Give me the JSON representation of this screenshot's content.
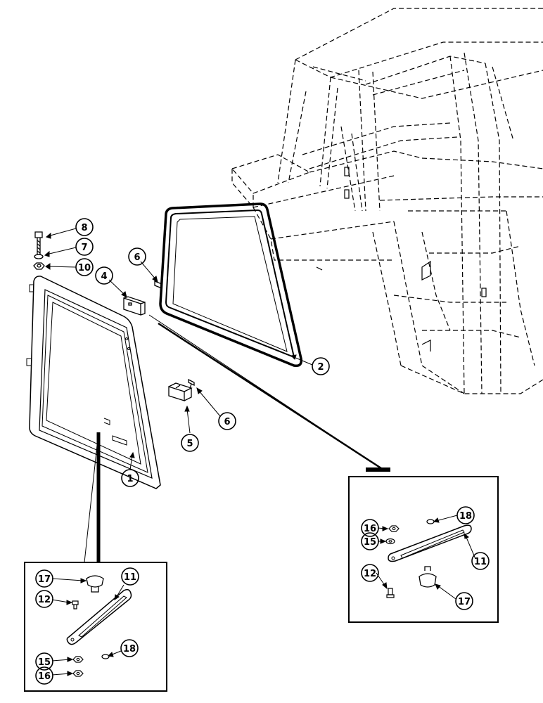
{
  "diagram": {
    "type": "exploded-parts-diagram",
    "callouts": [
      {
        "id": "c8",
        "label": "8"
      },
      {
        "id": "c7",
        "label": "7"
      },
      {
        "id": "c10",
        "label": "10"
      },
      {
        "id": "c6a",
        "label": "6"
      },
      {
        "id": "c4",
        "label": "4"
      },
      {
        "id": "c2",
        "label": "2"
      },
      {
        "id": "c6b",
        "label": "6"
      },
      {
        "id": "c5",
        "label": "5"
      },
      {
        "id": "c1",
        "label": "1"
      },
      {
        "id": "i1_17",
        "label": "17"
      },
      {
        "id": "i1_11",
        "label": "11"
      },
      {
        "id": "i1_12",
        "label": "12"
      },
      {
        "id": "i1_18",
        "label": "18"
      },
      {
        "id": "i1_15",
        "label": "15"
      },
      {
        "id": "i1_16",
        "label": "16"
      },
      {
        "id": "i2_16",
        "label": "16"
      },
      {
        "id": "i2_18",
        "label": "18"
      },
      {
        "id": "i2_15",
        "label": "15"
      },
      {
        "id": "i2_11",
        "label": "11"
      },
      {
        "id": "i2_12",
        "label": "12"
      },
      {
        "id": "i2_17",
        "label": "17"
      }
    ]
  }
}
